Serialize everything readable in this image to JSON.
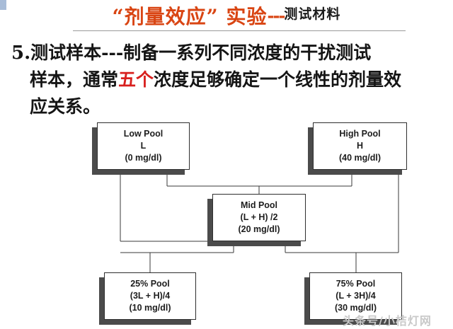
{
  "title": {
    "quoted_red": "“剂量效应”",
    "red_word": "实验",
    "dashes": "---",
    "black_tail": "测试材料",
    "red_color": "#d94513",
    "black_color": "#1b1b1b"
  },
  "body": {
    "number": "5.",
    "seg1": "测试样本---制备一系列不同浓度的干扰测试",
    "seg2": "样本，通常",
    "highlight": "五个",
    "seg3": "浓度足够确定一个线性的剂量效",
    "seg4": "应关系。",
    "highlight_color": "#d8201e"
  },
  "diagram": {
    "type": "flowchart",
    "nodes": [
      {
        "id": "low-pool",
        "lines": [
          "Low Pool",
          "L",
          "(0 mg/dl)"
        ]
      },
      {
        "id": "high-pool",
        "lines": [
          "High Pool",
          "H",
          "(40 mg/dl)"
        ]
      },
      {
        "id": "mid-pool",
        "lines": [
          "Mid Pool",
          "(L + H) /2",
          "(20 mg/dl)"
        ]
      },
      {
        "id": "pool-25",
        "lines": [
          "25% Pool",
          "(3L + H)/4",
          "(10 mg/dl)"
        ]
      },
      {
        "id": "pool-75",
        "lines": [
          "75% Pool",
          "(L + 3H)/4",
          "(30 mg/dl)"
        ]
      }
    ],
    "edges": [
      {
        "from": "low-pool",
        "to": "mid-pool"
      },
      {
        "from": "high-pool",
        "to": "mid-pool"
      },
      {
        "from": "low-pool",
        "to": "pool-25"
      },
      {
        "from": "mid-pool",
        "to": "pool-25"
      },
      {
        "from": "mid-pool",
        "to": "pool-75"
      },
      {
        "from": "high-pool",
        "to": "pool-75"
      }
    ],
    "line_color": "#3a3a3a",
    "box_border_color": "#2e2e2e",
    "shadow_color": "#4b4b4b"
  },
  "watermark": {
    "text": "头条号/小桔灯网"
  }
}
